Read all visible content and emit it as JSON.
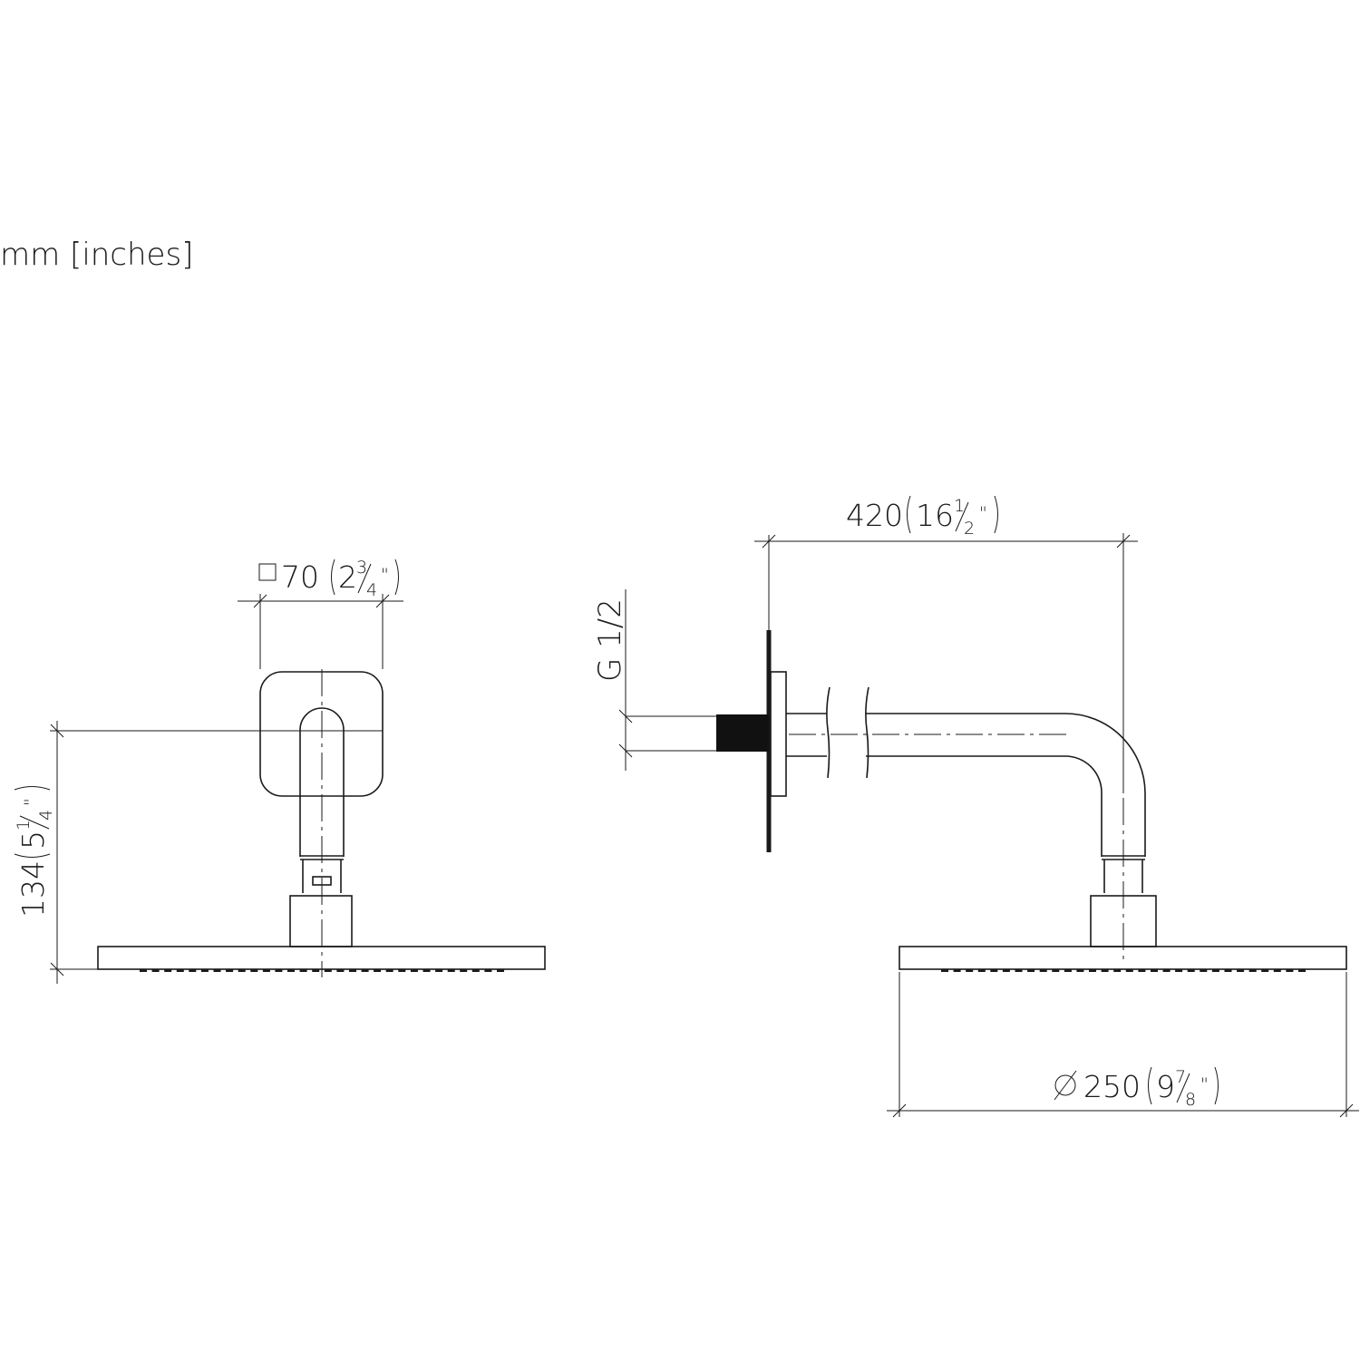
{
  "units": "mm [inches]",
  "front_view": {
    "escutcheon_dim": {
      "square_symbol": "square-symbol",
      "mm": "70",
      "inch_whole": "2",
      "inch_num": "3",
      "inch_den": "4",
      "inch_mark": "\""
    },
    "height_dim": {
      "mm": "134",
      "inch_whole": "5",
      "inch_num": "1",
      "inch_den": "4",
      "inch_mark": "\""
    }
  },
  "side_view": {
    "thread_label": "G 1/2",
    "projection_dim": {
      "mm": "420",
      "inch_whole": "16",
      "inch_num": "1",
      "inch_den": "2",
      "inch_mark": "\""
    },
    "diameter_dim": {
      "diameter_symbol": "diameter-symbol",
      "mm": "250",
      "inch_whole": "9",
      "inch_num": "7",
      "inch_den": "8",
      "inch_mark": "\""
    }
  }
}
